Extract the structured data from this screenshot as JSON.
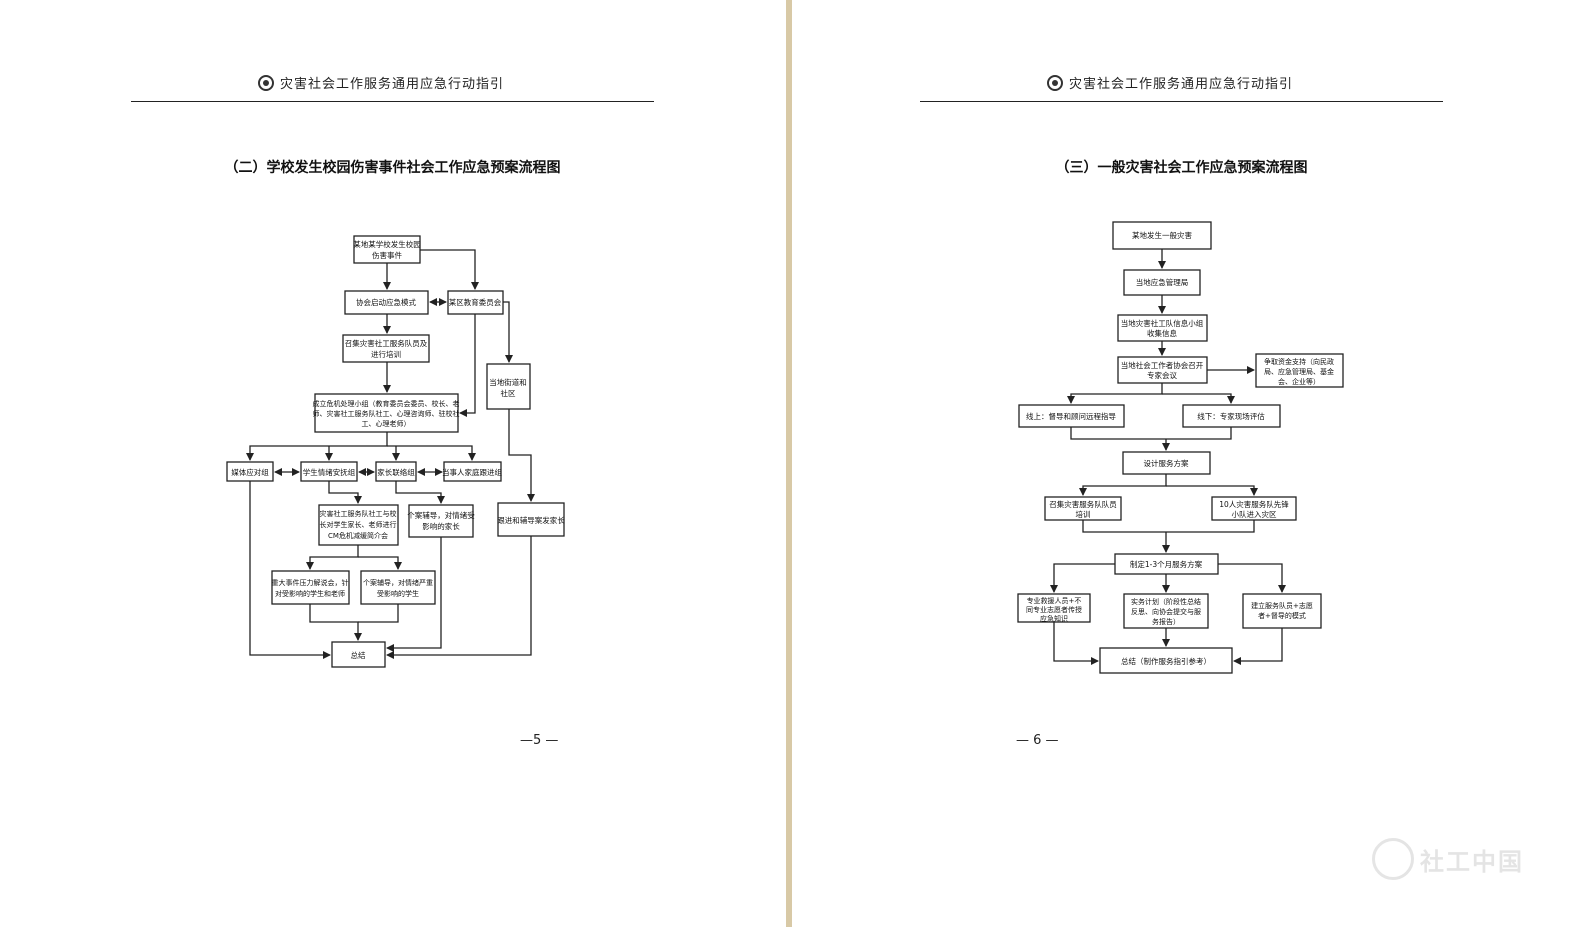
{
  "left_page": {
    "header": "灾害社会工作服务通用应急行动指引",
    "title": "（二）学校发生校园伤害事件社会工作应急预案流程图",
    "page_number": "—5 —",
    "nodes": {
      "n1a": "某地某学校发生校园",
      "n1b": "伤害事件",
      "n2": "协会启动应急模式",
      "n3": "某区教育委员会",
      "n4a": "召集灾害社工服务队员及",
      "n4b": "进行培训",
      "n5a": "当地街道和",
      "n5b": "社区",
      "n6a": "成立危机处理小组（教育委员会委员、校长、老",
      "n6b": "师、灾害社工服务队社工、心理咨询师、驻校社",
      "n6c": "工、心理老师）",
      "n7": "媒体应对组",
      "n8": "学生情绪安抚组",
      "n9": "家长联络组",
      "n10": "当事人家庭跟进组",
      "n11a": "灾害社工服务队社工与校",
      "n11b": "长对学生家长、老师进行",
      "n11c": "CM危机减缓简介会",
      "n12a": "个案辅导，对情绪受",
      "n12b": "影响的家长",
      "n13": "跟进和辅导案发家长",
      "n14a": "重大事件压力解说会，针",
      "n14b": "对受影响的学生和老师",
      "n15a": "个案辅导，对情绪严重",
      "n15b": "受影响的学生",
      "n16": "总结"
    }
  },
  "right_page": {
    "header": "灾害社会工作服务通用应急行动指引",
    "title": "（三）一般灾害社会工作应急预案流程图",
    "page_number": "— 6 —",
    "nodes": {
      "r1": "某地发生一般灾害",
      "r2": "当地应急管理局",
      "r3a": "当地灾害社工队信息小组",
      "r3b": "收集信息",
      "r4a": "当地社会工作者协会召开",
      "r4b": "专家会议",
      "r5a": "争取资金支持（向民政",
      "r5b": "局、应急管理局、基金",
      "r5c": "会、企业等）",
      "r6": "线上：督导和顾问远程指导",
      "r7": "线下：专家现场评估",
      "r8": "设计服务方案",
      "r9a": "召集灾害服务队队员",
      "r9b": "培训",
      "r10a": "10人灾害服务队先锋",
      "r10b": "小队进入灾区",
      "r11": "制定1-3个月服务方案",
      "r12a": "专业救援人员+不",
      "r12b": "同专业志愿者传授",
      "r12c": "应急知识",
      "r13a": "实务计划（阶段性总结",
      "r13b": "反思、向协会提交与服",
      "r13c": "务报告）",
      "r14a": "建立服务队员+志愿",
      "r14b": "者+督导的模式",
      "r15": "总结（制作服务指引参考）"
    }
  },
  "watermark": "社工中国",
  "colors": {
    "divider": "#d8c9a6",
    "line": "#222222"
  }
}
